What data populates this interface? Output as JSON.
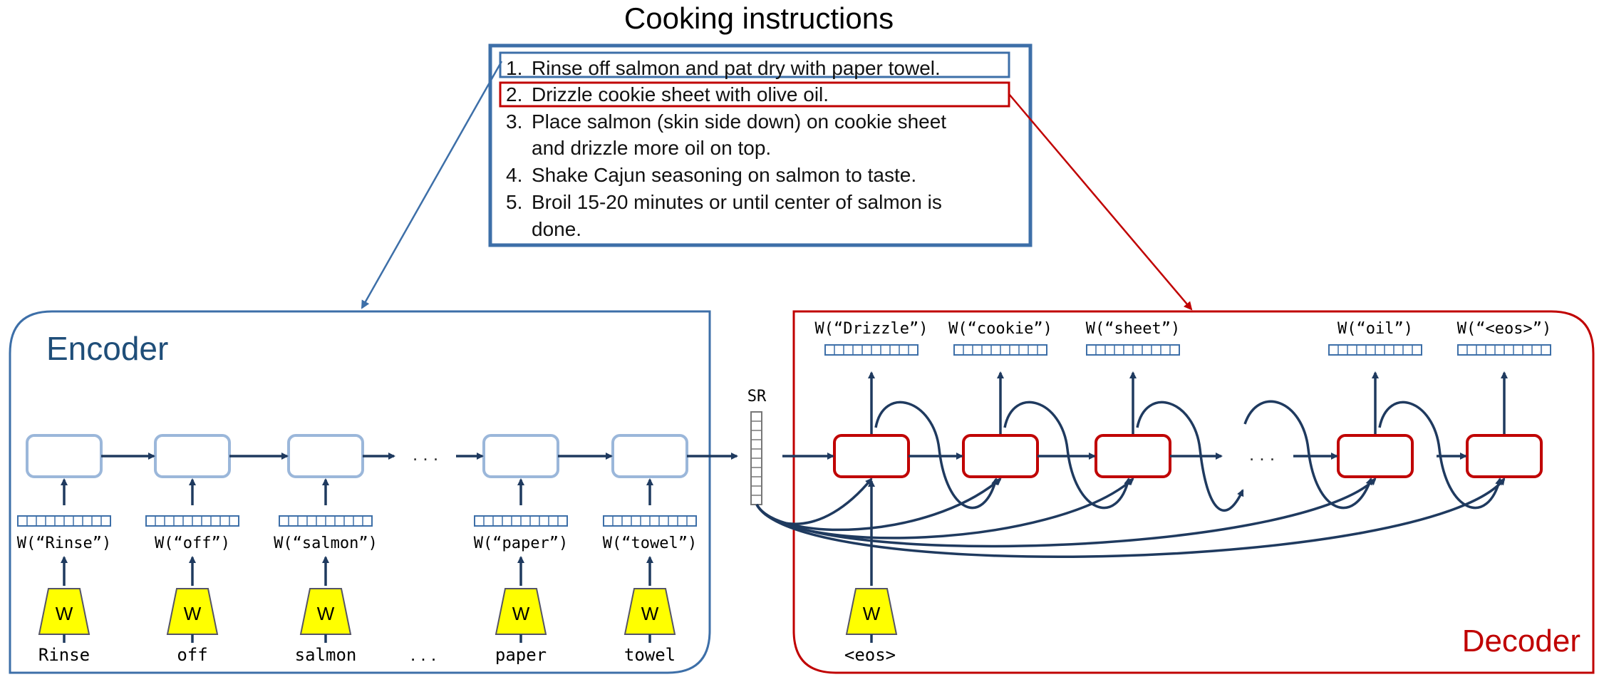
{
  "title": "Cooking instructions",
  "instructions": {
    "step1_num": "1.",
    "step1_text": "Rinse off salmon and pat dry with paper towel.",
    "step2_num": "2.",
    "step2_text": "Drizzle cookie sheet with olive oil.",
    "step3_num": "3.",
    "step3_line1": "Place salmon (skin side down) on cookie sheet",
    "step3_line2": "and drizzle more oil on top.",
    "step4_num": "4.",
    "step4_text": "Shake Cajun seasoning on salmon to taste.",
    "step5_num": "5.",
    "step5_line1": "Broil 15-20 minutes or until center of salmon is",
    "step5_line2": "done."
  },
  "encoder": {
    "label": "Encoder",
    "inputs": [
      "Rinse",
      "off",
      "salmon",
      "paper",
      "towel"
    ],
    "embeddings": [
      "W(“Rinse”)",
      "W(“off”)",
      "W(“salmon”)",
      "W(“paper”)",
      "W(“towel”)"
    ],
    "embed_label": "W",
    "ellipsis": ". . .",
    "chain_ellipsis": ". . ."
  },
  "sr_label": "SR",
  "decoder": {
    "label": "Decoder",
    "input": "<eos>",
    "embed_label": "W",
    "outputs": [
      "W(“Drizzle”)",
      "W(“cookie”)",
      "W(“sheet”)",
      "W(“oil”)",
      "W(“<eos>”)"
    ],
    "chain_ellipsis": ". . ."
  },
  "colors": {
    "encoder_border": "#3d6fa8",
    "encoder_label": "#1f4e79",
    "encoder_cell": "#9bb7da",
    "decoder_border": "#c00000",
    "arrow": "#1f3a5f",
    "embed_fill": "#ffff00",
    "vector": "#3d6fa8"
  }
}
